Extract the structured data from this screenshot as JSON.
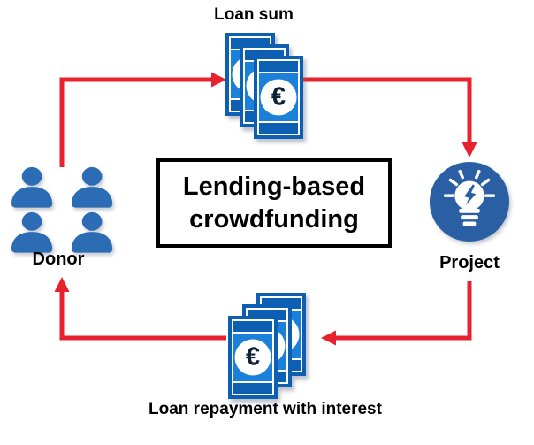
{
  "title_box": {
    "line1": "Lending-based",
    "line2": "crowdfunding"
  },
  "nodes": {
    "loan_sum": {
      "label": "Loan sum",
      "currency": "€"
    },
    "donor": {
      "label": "Donor"
    },
    "project": {
      "label": "Project"
    },
    "repayment": {
      "label": "Loan repayment with interest",
      "currency": "€"
    }
  },
  "colors": {
    "arrow_red": "#e8212e",
    "bill_blue": "#1b80d9",
    "bill_dark": "#0d5fb3",
    "person_blue": "#2b6cb5",
    "project_blue": "#2b5fa3",
    "label_black": "#000000"
  }
}
